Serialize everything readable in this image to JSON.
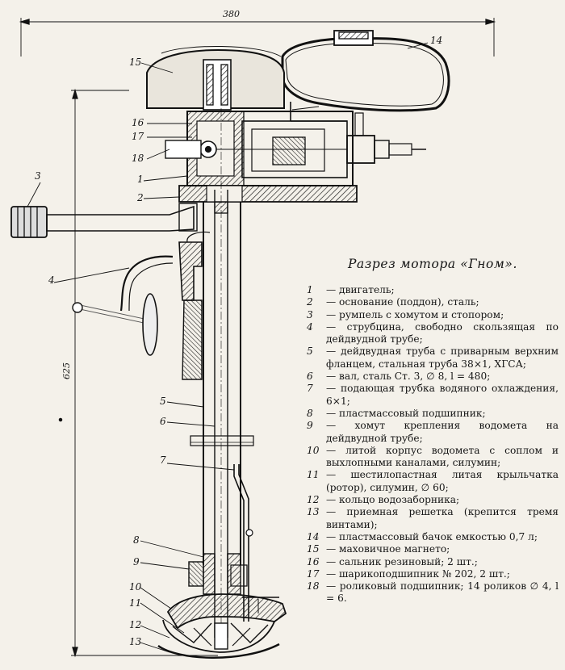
{
  "dimensions": {
    "width_label": "380",
    "height_label": "625"
  },
  "callouts": [
    "15",
    "16",
    "17",
    "18",
    "1",
    "2",
    "3",
    "4",
    "5",
    "6",
    "7",
    "8",
    "9",
    "10",
    "11",
    "12",
    "13",
    "14"
  ],
  "legend": {
    "title": "Разрез мотора «Гном».",
    "items": [
      {
        "num": "1",
        "text": "— двигатель;"
      },
      {
        "num": "2",
        "text": "— основание (поддон), сталь;"
      },
      {
        "num": "3",
        "text": "— румпель с хомутом и стопором;"
      },
      {
        "num": "4",
        "text": "— струбцина, свободно скользящая по дейдвудной трубе;"
      },
      {
        "num": "5",
        "text": "— дейдвудная труба с приварным верхним фланцем, стальная труба 38×1, ХГСА;"
      },
      {
        "num": "6",
        "text": "— вал, сталь Ст. 3, ∅ 8, l = 480;"
      },
      {
        "num": "7",
        "text": "— подающая трубка водяного охлаждения, 6×1;"
      },
      {
        "num": "8",
        "text": "— пластмассовый подшипник;"
      },
      {
        "num": "9",
        "text": "— хомут крепления водомета на дейдвудной трубе;"
      },
      {
        "num": "10",
        "text": "— литой корпус водомета с соплом и выхлопными каналами, силумин;"
      },
      {
        "num": "11",
        "text": "— шестилопастная литая крыльчатка (ротор), силумин, ∅ 60;"
      },
      {
        "num": "12",
        "text": "— кольцо водозаборника;"
      },
      {
        "num": "13",
        "text": "— приемная решетка (крепится тремя винтами);"
      },
      {
        "num": "14",
        "text": "— пластмассовый бачок емкостью 0,7 л;"
      },
      {
        "num": "15",
        "text": "— маховичное магнето;"
      },
      {
        "num": "16",
        "text": "— сальник резиновый; 2 шт.;"
      },
      {
        "num": "17",
        "text": "— шарикоподшипник № 202, 2 шт.;"
      },
      {
        "num": "18",
        "text": "— роликовый подшипник; 14 роликов ∅ 4, l = 6."
      }
    ]
  }
}
